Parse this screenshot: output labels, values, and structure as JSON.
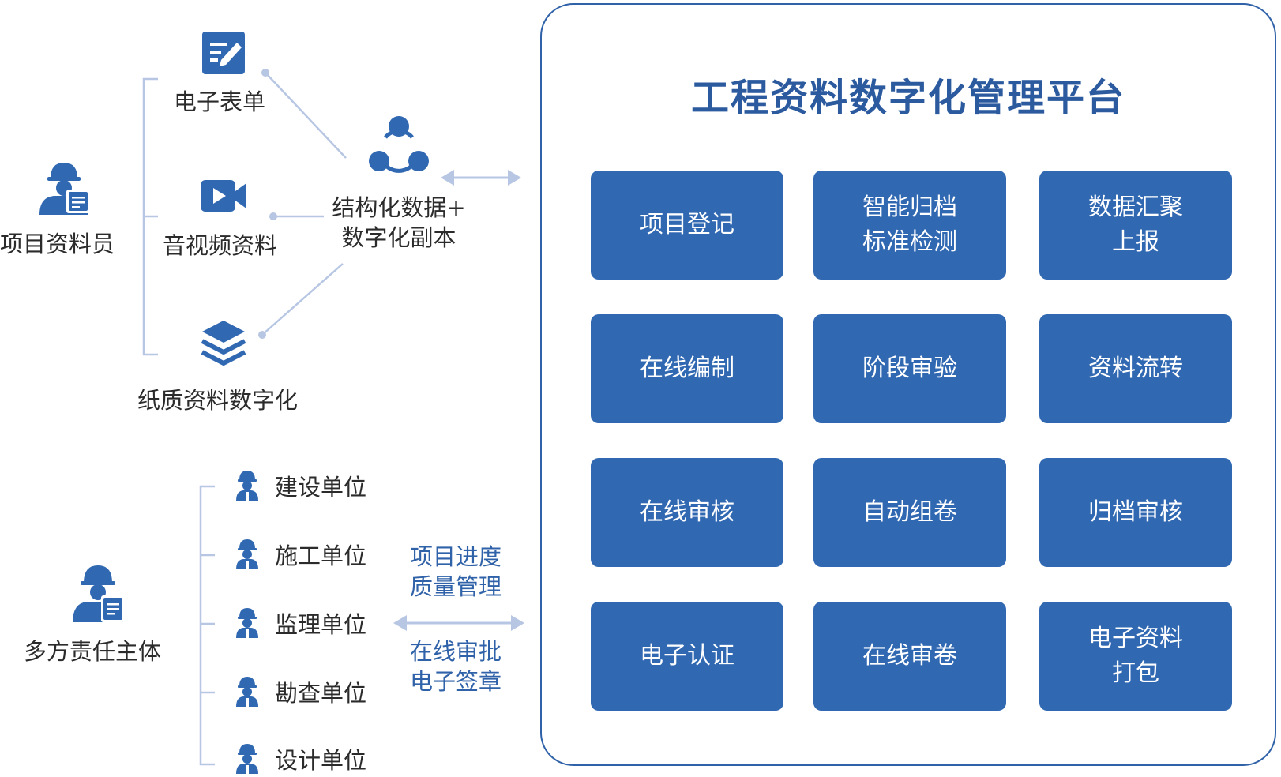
{
  "left_top": {
    "person_label": "项目资料员",
    "items": [
      {
        "label": "电子表单",
        "icon": "form-edit-icon"
      },
      {
        "label": "音视频资料",
        "icon": "video-camera-icon"
      },
      {
        "label": "纸质资料数字化",
        "icon": "layers-icon"
      }
    ],
    "hub_label_line1": "结构化数据+",
    "hub_label_line2": "数字化副本",
    "hub_icon": "share-nodes-icon"
  },
  "left_bottom": {
    "person_label": "多方责任主体",
    "units": [
      "建设单位",
      "施工单位",
      "监理单位",
      "勘查单位",
      "设计单位"
    ],
    "flow_top_line1": "项目进度",
    "flow_top_line2": "质量管理",
    "flow_bottom_line1": "在线审批",
    "flow_bottom_line2": "电子签章"
  },
  "platform": {
    "title": "工程资料数字化管理平台",
    "features": [
      "项目登记",
      "智能归档\n标准检测",
      "数据汇聚\n上报",
      "在线编制",
      "阶段审验",
      "资料流转",
      "在线审核",
      "自动组卷",
      "归档审核",
      "电子认证",
      "在线审卷",
      "电子资料\n打包"
    ]
  },
  "colors": {
    "primary_blue": "#3168b2",
    "title_blue": "#2b5a9e",
    "connector": "#b7c6e3",
    "text_dark": "#2b2b2b"
  }
}
